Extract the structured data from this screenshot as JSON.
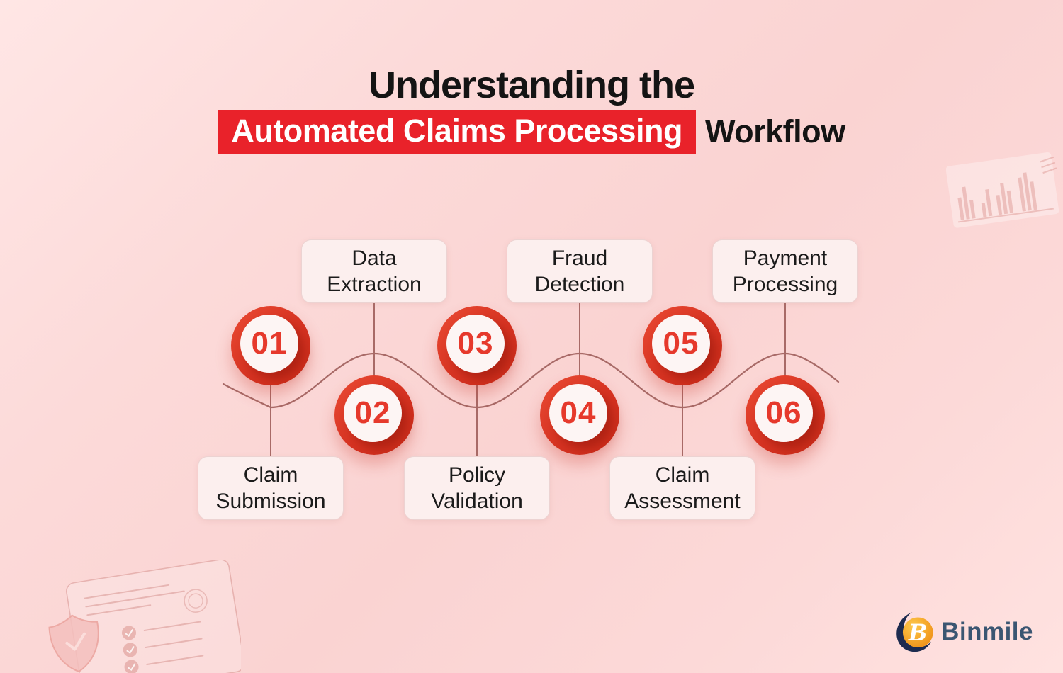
{
  "title": {
    "line1": "Understanding the",
    "highlight": "Automated Claims Processing",
    "suffix": "Workflow"
  },
  "steps": [
    {
      "number": "01",
      "label": "Claim Submission",
      "label_position": "bottom"
    },
    {
      "number": "02",
      "label": "Data Extraction",
      "label_position": "top"
    },
    {
      "number": "03",
      "label": "Policy Validation",
      "label_position": "bottom"
    },
    {
      "number": "04",
      "label": "Fraud Detection",
      "label_position": "top"
    },
    {
      "number": "05",
      "label": "Claim Assessment",
      "label_position": "bottom"
    },
    {
      "number": "06",
      "label": "Payment Processing",
      "label_position": "top"
    }
  ],
  "brand": {
    "name": "Binmile"
  },
  "decor_icons": {
    "top_right": "bar-chart",
    "bottom_left_card": "document-checklist",
    "bottom_left_shield": "shield-check"
  },
  "colors": {
    "highlight_red": "#e9222a",
    "ring_red": "#d63322",
    "number_red": "#e6392c",
    "connector": "#a86a67",
    "label_box_bg": "#fcefee",
    "logo_text": "#3b5672",
    "background_pink": "#fad3d2"
  }
}
